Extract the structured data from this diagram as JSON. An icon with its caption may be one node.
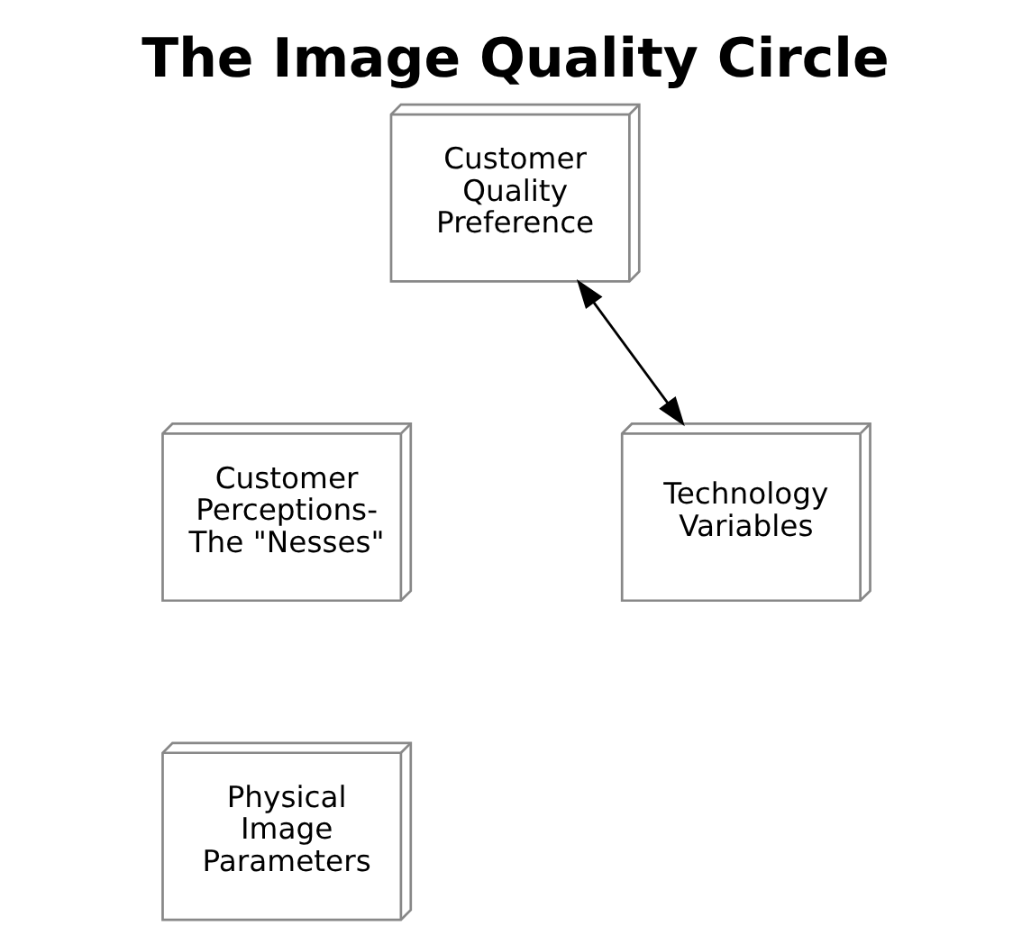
{
  "diagram": {
    "title": "The Image Quality Circle",
    "nodes": [
      {
        "text": [
          "Customer Quality Preference"
        ]
      },
      {
        "text": [
          "Customer Perceptions- The \"Nesses\""
        ]
      },
      {
        "text": [
          "Technology Variables"
        ]
      },
      {
        "text": [
          "Physical Image Parameters"
        ]
      }
    ],
    "edges": [
      {
        "from": 0,
        "to": 2,
        "arrow": "both"
      }
    ]
  }
}
